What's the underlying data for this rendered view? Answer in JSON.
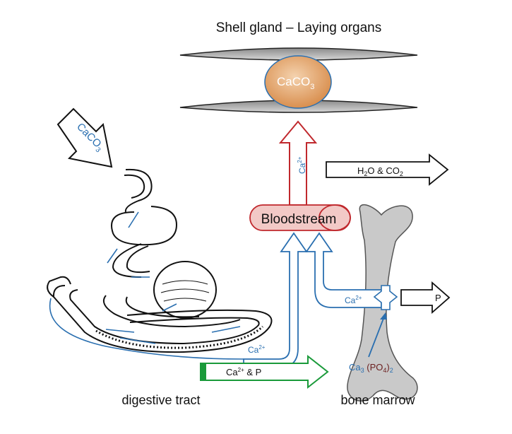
{
  "labels": {
    "title": "Shell gland – Laying organs",
    "egg": "CaCO",
    "egg_sub": "3",
    "ingested": "CaCO",
    "ingested_sub": "3",
    "bloodstream": "Bloodstream",
    "to_gland": "Ca",
    "to_gland_sup": "2+",
    "waste_h": "H",
    "waste_sub2": "2",
    "waste_mid": "O & CO",
    "waste_sub2b": "2",
    "from_gut": "Ca",
    "from_gut_sup": "2+",
    "from_bone": "Ca",
    "from_bone_sup": "2+",
    "gut_to_bone": "Ca",
    "gut_to_bone_sup": "2+",
    "gut_to_bone_rest": " & P",
    "bone_out": "P",
    "bone_mineral": "Ca",
    "bone_mineral_sub1": "3",
    "bone_mineral_mid": " (PO",
    "bone_mineral_sub2": "4",
    "bone_mineral_end": ")",
    "bone_mineral_sub3": "2",
    "digestive_tract": "digestive tract",
    "bone_marrow": "bone marrow"
  },
  "colors": {
    "blue": "#2a6fb0",
    "red": "#c0282d",
    "green": "#1a9a3a",
    "egg": "#e3a36a",
    "blood": "#f2c9c6",
    "bone": "#c9c9c9"
  }
}
